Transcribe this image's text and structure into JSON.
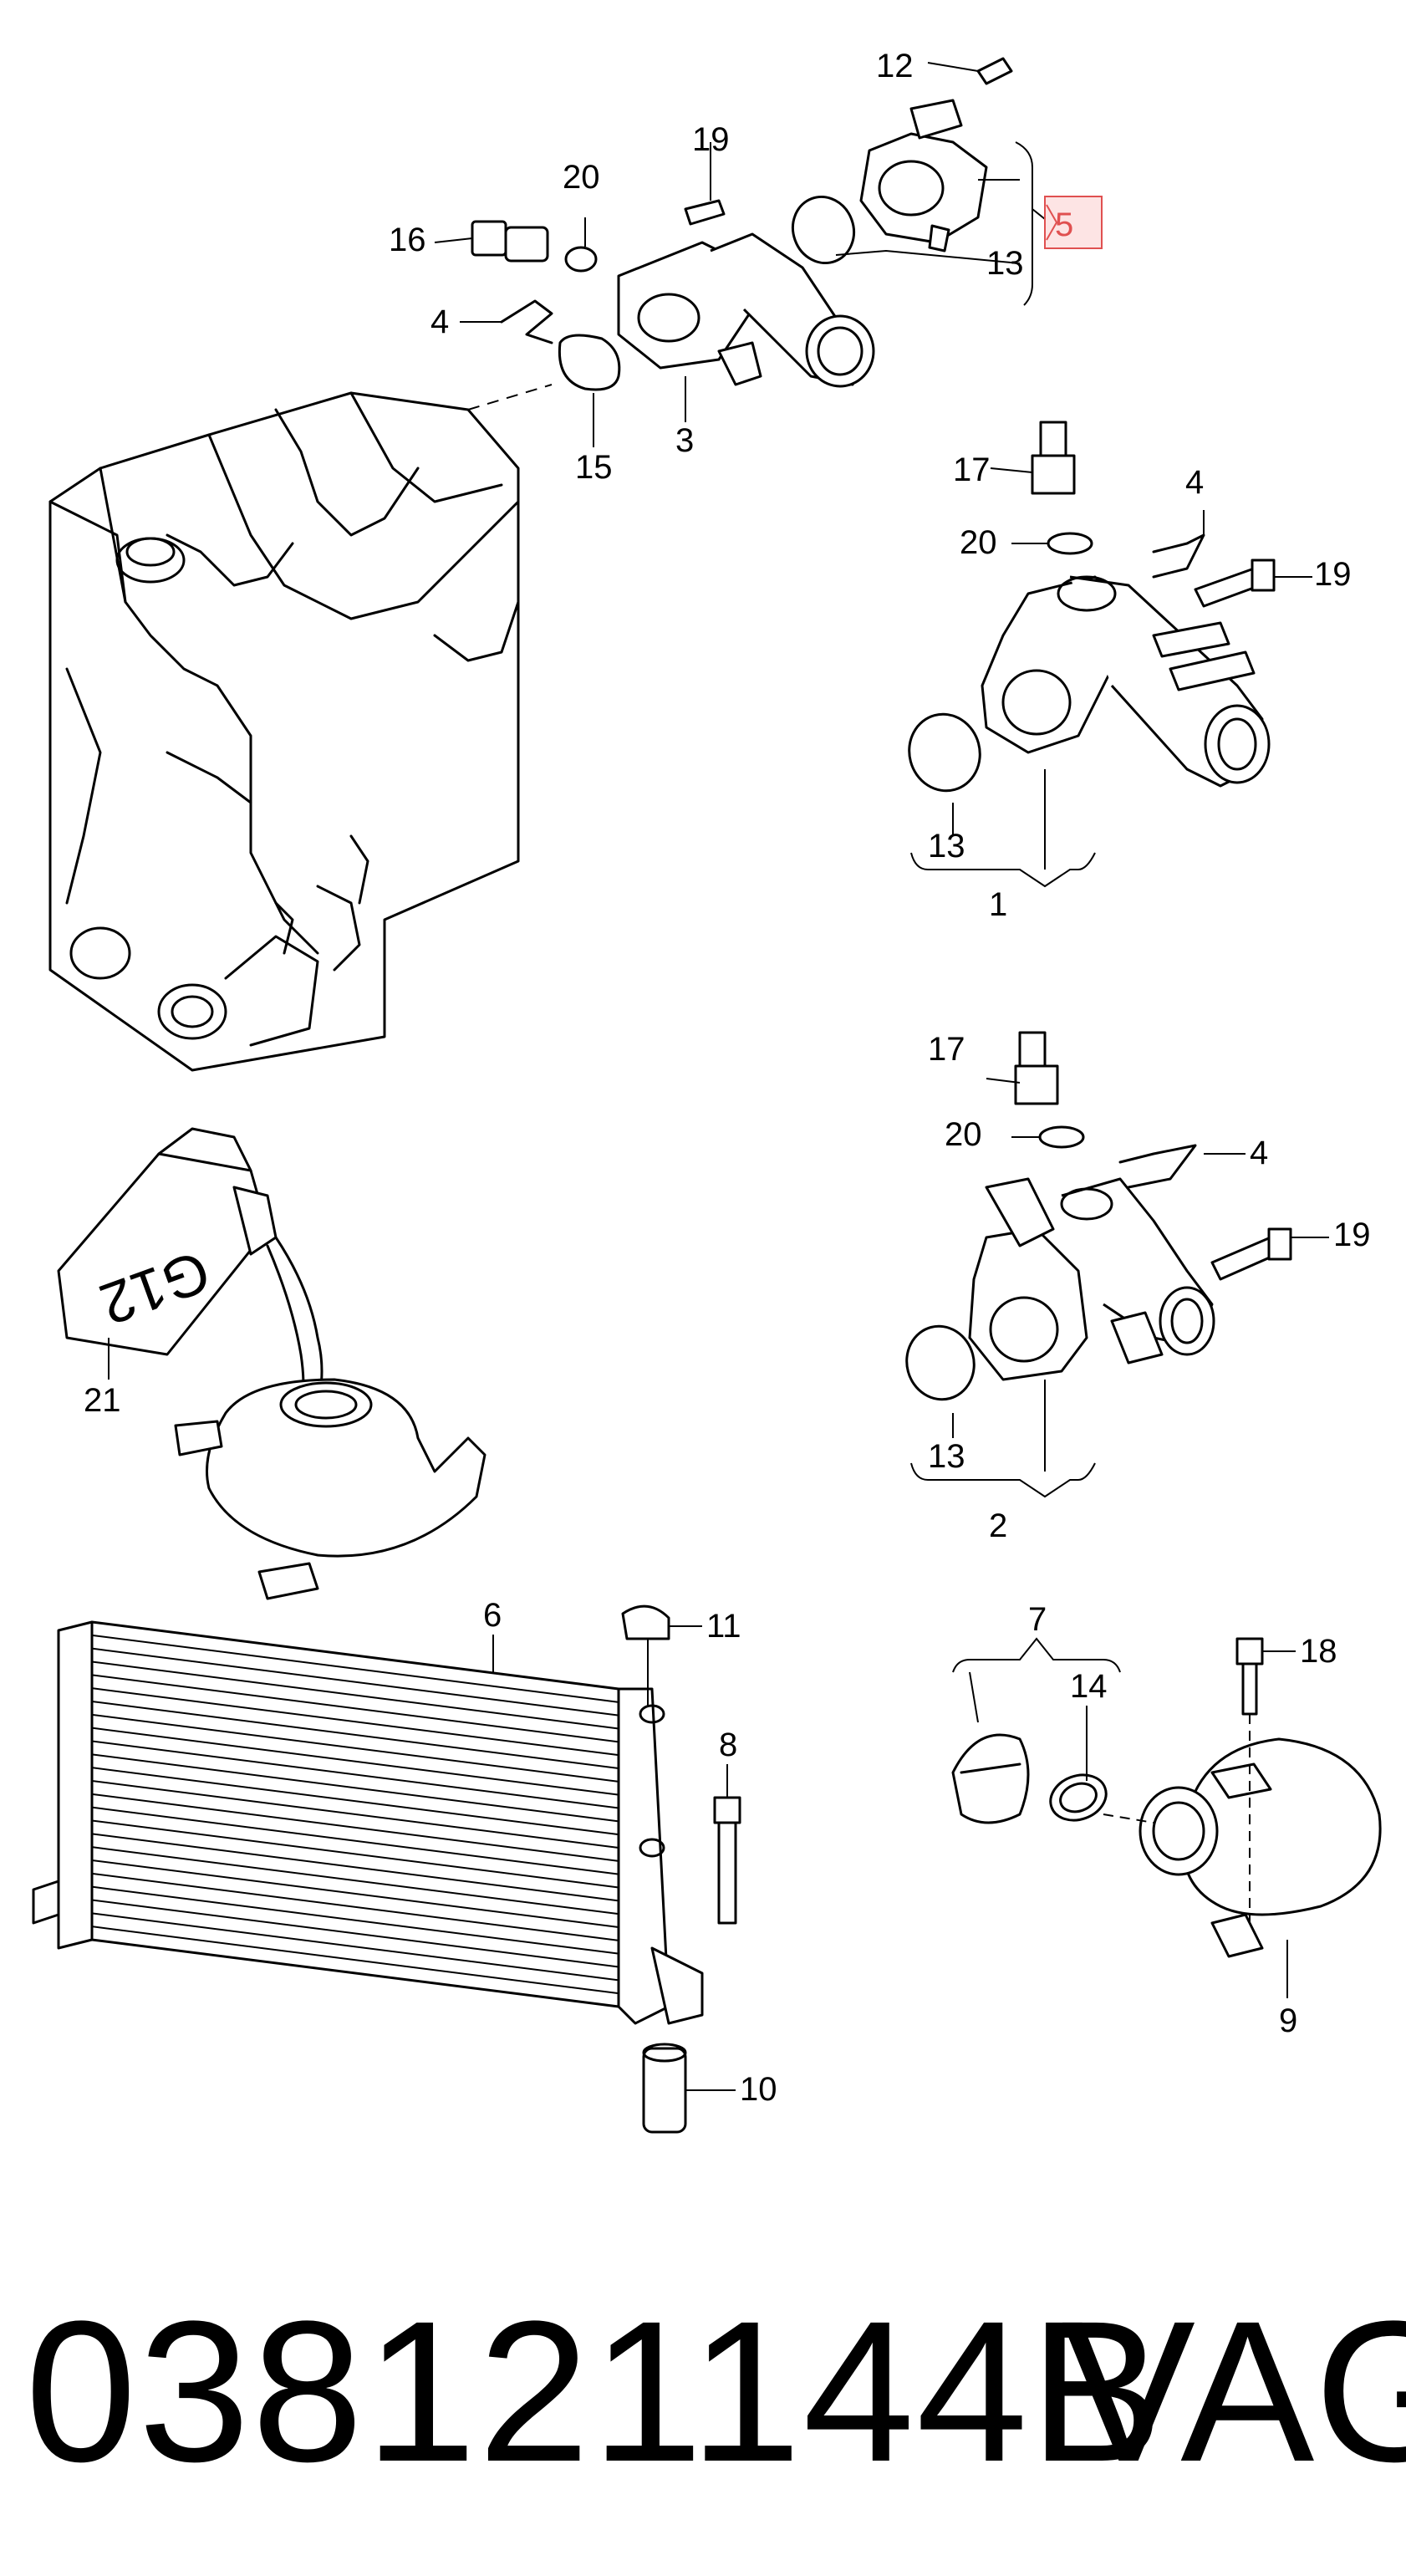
{
  "callouts": {
    "c12": "12",
    "c19a": "19",
    "c20a": "20",
    "c16": "16",
    "c4a": "4",
    "c15": "15",
    "c3": "3",
    "c13a": "13",
    "c5": "5",
    "c17a": "17",
    "c4b": "4",
    "c20b": "20",
    "c19b": "19",
    "c13b": "13",
    "c1": "1",
    "c17b": "17",
    "c20c": "20",
    "c4c": "4",
    "c19c": "19",
    "c13c": "13",
    "c2": "2",
    "c21": "21",
    "c6": "6",
    "c11": "11",
    "c8": "8",
    "c10": "10",
    "c7": "7",
    "c14": "14",
    "c18": "18",
    "c9": "9"
  },
  "canister_marking": "G12",
  "highlight_color": "#e05050",
  "footer": {
    "part_number": "038121144B",
    "brand": "VAG"
  }
}
